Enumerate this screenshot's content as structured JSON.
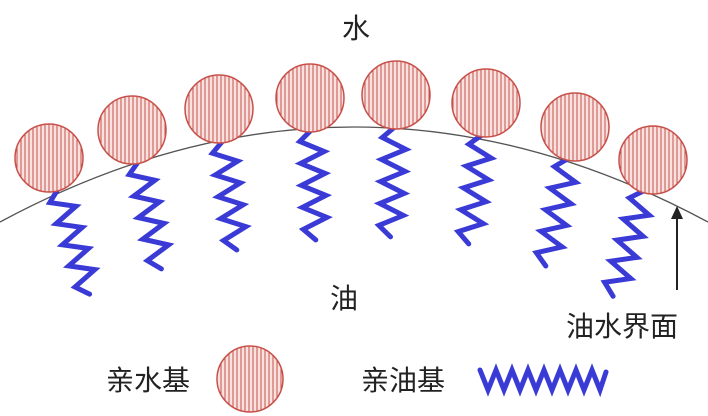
{
  "labels": {
    "water": "水",
    "oil": "油",
    "interface": "油水界面",
    "hydrophilic": "亲水基",
    "lipophilic": "亲油基"
  },
  "colors": {
    "background": "#ffffff",
    "head_stroke": "#c8504a",
    "head_fill": "#f7e2df",
    "tail": "#3a3ad6",
    "interface_line": "#555555",
    "text": "#222222",
    "arrow": "#222222"
  },
  "molecule_count": 8
}
